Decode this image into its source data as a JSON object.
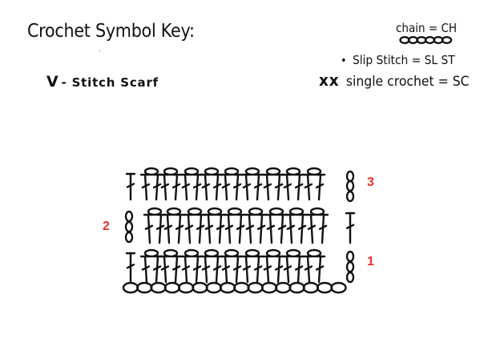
{
  "header": {
    "title": "Crochet Symbol Key:"
  },
  "pattern": {
    "v_symbol": "V",
    "name": "- Stitch Scarf"
  },
  "key": {
    "chain_label": "chain = CH",
    "slip_bullet": "•",
    "slip_label": "Slip Stitch = SL ST",
    "sc_symbol": "xx",
    "sc_label": "single crochet = SC"
  },
  "rows": [
    {
      "number": "1",
      "side": "right"
    },
    {
      "number": "2",
      "side": "left"
    },
    {
      "number": "3",
      "side": "right"
    }
  ],
  "colors": {
    "ink": "#111111",
    "row_number": "#e8332c"
  }
}
